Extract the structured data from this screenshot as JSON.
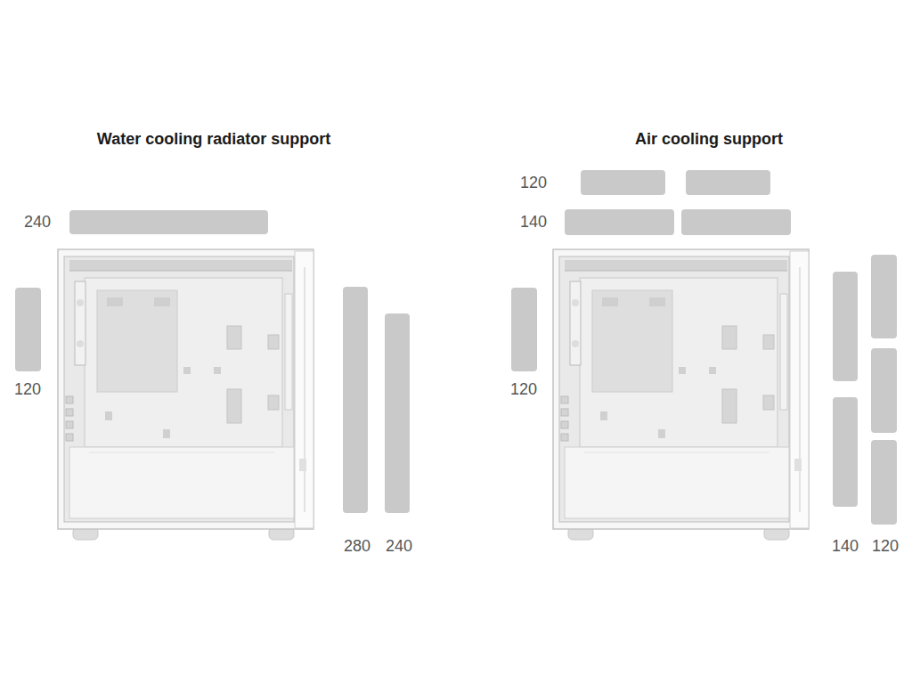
{
  "diagram": {
    "labels": [
      "Water cooling radiator support",
      "240",
      "120",
      "280",
      "240",
      "Air cooling support",
      "120",
      "140",
      "120",
      "140",
      "120"
    ]
  }
}
